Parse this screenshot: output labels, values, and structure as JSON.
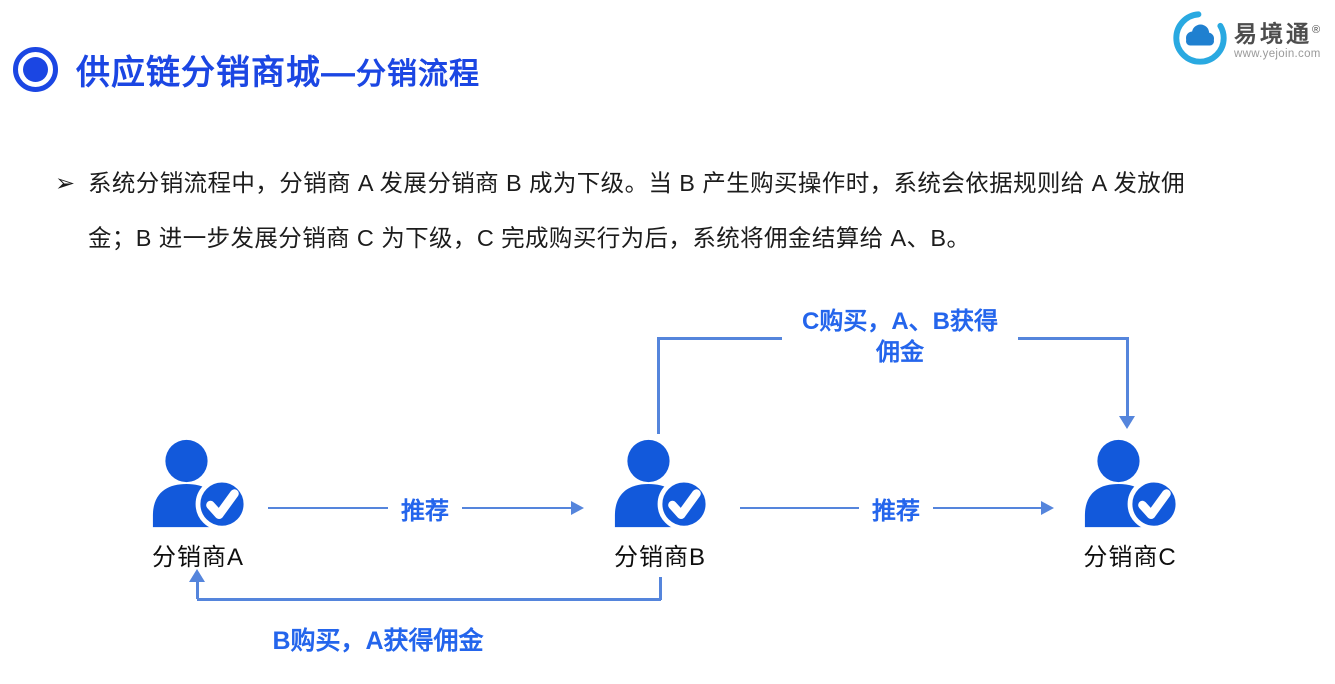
{
  "header": {
    "title_main": "供应链分销商城—",
    "title_sub": "分销流程"
  },
  "logo": {
    "name": "易境通",
    "reg_mark": "®",
    "url": "www.yejoin.com"
  },
  "intro": {
    "bullet": "➢",
    "lines": [
      "系统分销流程中，分销商 A 发展分销商 B 成为下级。当 B 产生购买操作时，系统会依据规则给 A 发放佣",
      "金；B 进一步发展分销商 C 为下级，C 完成购买行为后，系统将佣金结算给 A、B。"
    ]
  },
  "diagram": {
    "nodes": [
      {
        "label": "分销商A"
      },
      {
        "label": "分销商B"
      },
      {
        "label": "分销商C"
      }
    ],
    "edges": {
      "recommend_ab": "推荐",
      "recommend_bc": "推荐",
      "top_annotation_line1": "C购买，A、B获得",
      "top_annotation_line2": "佣金",
      "bottom_annotation": "B购买，A获得佣金"
    }
  },
  "colors": {
    "accent": "#1b46e3",
    "icon_blue": "#1259db",
    "line_blue": "#5585dc",
    "text_blue": "#2465ec",
    "logo_cyan": "#29a9e1",
    "logo_cloud": "#1f80d0"
  }
}
